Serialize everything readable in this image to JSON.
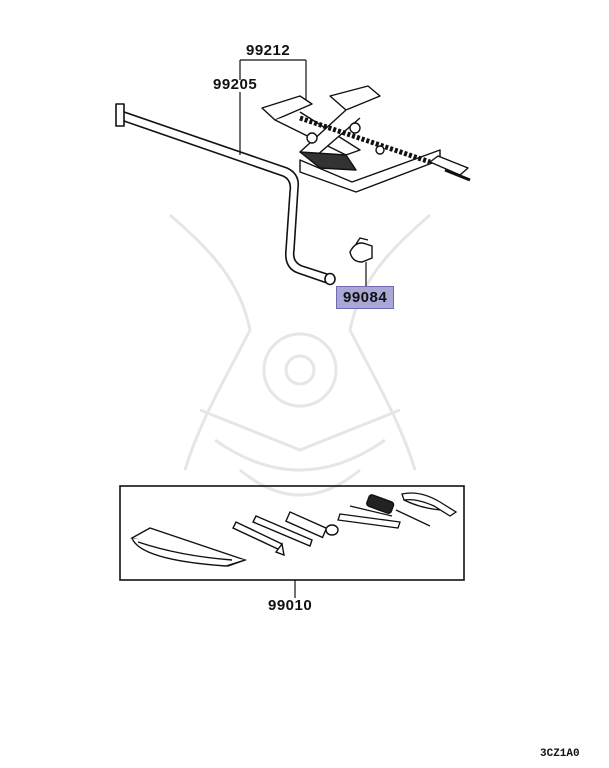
{
  "callouts": {
    "jack_assembly": "99212",
    "jack_handle": "99205",
    "clip": "99084",
    "tool_kit": "99010"
  },
  "diagram_code": "3CZ1A0",
  "colors": {
    "highlight": "#a9a7d6",
    "highlight_border": "#6f6ab5",
    "line": "#111111"
  }
}
